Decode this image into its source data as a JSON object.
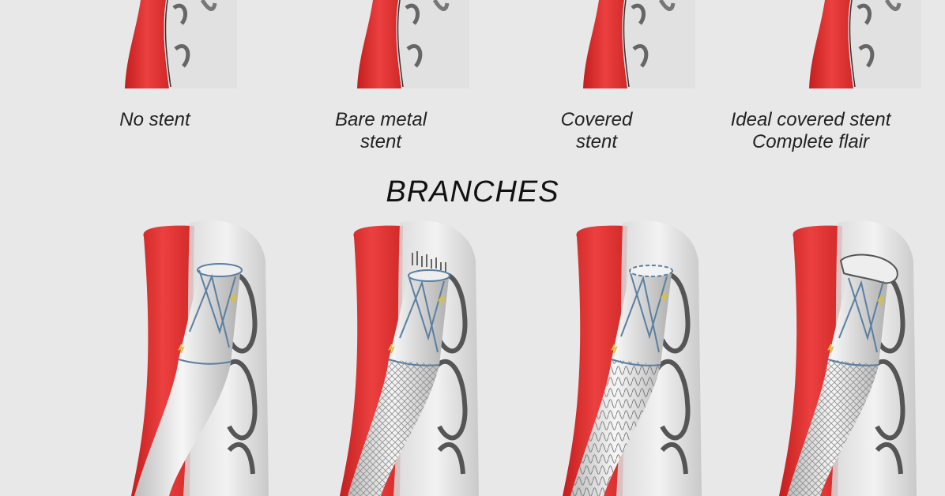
{
  "section_title": "BRANCHES",
  "panels": [
    {
      "id": "no-stent",
      "caption_lines": [
        "No stent"
      ],
      "variant": "none"
    },
    {
      "id": "bare-metal-stent",
      "caption_lines": [
        "Bare metal",
        "stent"
      ],
      "variant": "bare"
    },
    {
      "id": "covered-stent",
      "caption_lines": [
        "Covered",
        "stent"
      ],
      "variant": "covered"
    },
    {
      "id": "ideal-covered-stent",
      "caption_lines": [
        "Ideal covered stent",
        "Complete flair"
      ],
      "variant": "ideal"
    }
  ],
  "colors": {
    "background": "#e8e8e8",
    "vessel_red": "#e03434",
    "vessel_dark_red": "#b81f1f",
    "graft_gray": "#c8c8c8",
    "stent_blue": "#5a7fa0",
    "marker_yellow": "#d8c040",
    "text": "#222222"
  }
}
